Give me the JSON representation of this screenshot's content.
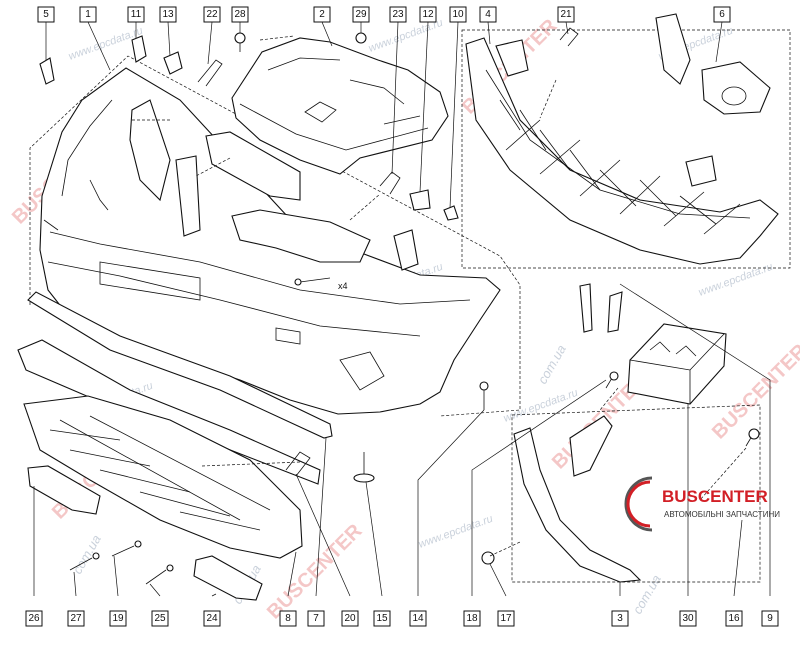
{
  "callouts": {
    "top": [
      "5",
      "1",
      "11",
      "13",
      "22",
      "28",
      "2",
      "29",
      "23",
      "12",
      "10",
      "4",
      "21",
      "6"
    ],
    "bottom": [
      "26",
      "27",
      "19",
      "25",
      "24",
      "8",
      "7",
      "20",
      "15",
      "14",
      "18",
      "17",
      "3",
      "30",
      "16",
      "9"
    ]
  },
  "annotations": {
    "qty": "x4"
  },
  "watermarks": {
    "brand": "BUSCENTER",
    "site": "www.epcdata.ru",
    "domain": "com.ua"
  },
  "logo": {
    "name": "BUSCENTER",
    "tagline": "АВТОМОБІЛЬНІ ЗАПЧАСТИНИ"
  },
  "colors": {
    "watermark": "#e06060",
    "logo": "#d21f26",
    "line": "#111111"
  }
}
